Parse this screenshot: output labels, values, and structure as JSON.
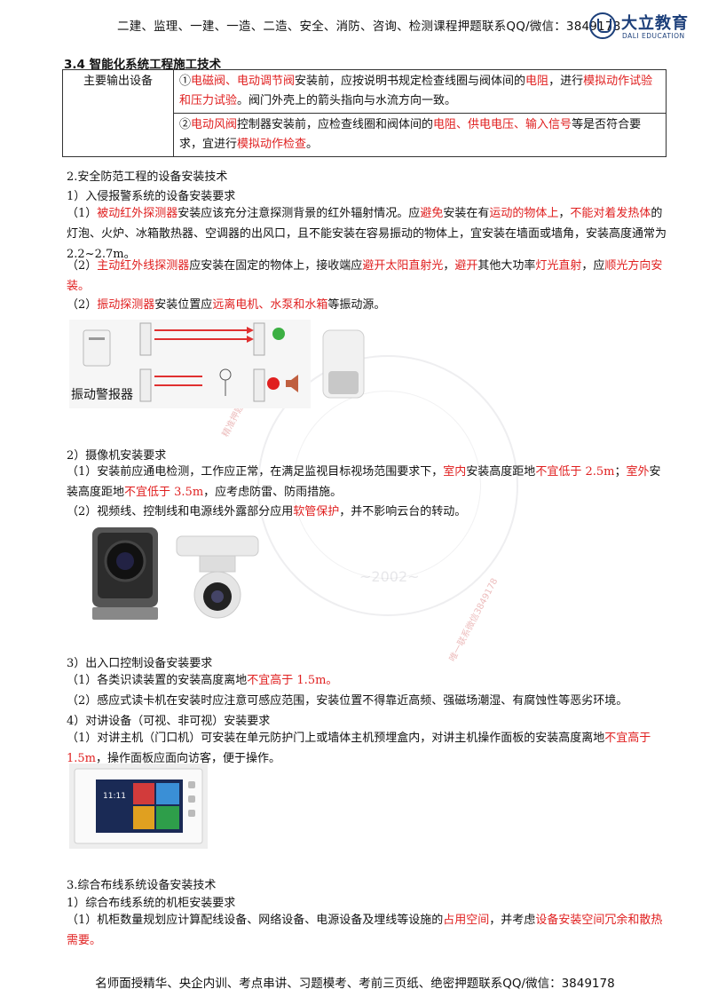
{
  "header": {
    "promo": "二建、监理、一建、一造、二造、安全、消防、咨询、检测课程押题联系QQ/微信：3849178",
    "logo_cn": "大立教育",
    "logo_en": "DALI EDUCATION"
  },
  "section_title": "3.4  智能化系统工程施工技术",
  "table": {
    "label": "主要输出设备",
    "row1": [
      {
        "t": "①",
        "r": false
      },
      {
        "t": "电磁阀、电动调节阀",
        "r": true
      },
      {
        "t": "安装前，应按说明书规定检查线圈与阀体间的",
        "r": false
      },
      {
        "t": "电阻",
        "r": true
      },
      {
        "t": "，进行",
        "r": false
      },
      {
        "t": "模拟动作试验和压力试验",
        "r": true
      },
      {
        "t": "。阀门外壳上的箭头指向与水流方向一致。",
        "r": false
      }
    ],
    "row2": [
      {
        "t": "②",
        "r": false
      },
      {
        "t": "电动风阀",
        "r": true
      },
      {
        "t": "控制器安装前，应检查线圈和阀体间的",
        "r": false
      },
      {
        "t": "电阻、供电电压、输入信号",
        "r": true
      },
      {
        "t": "等是否符合要求，宜进行",
        "r": false
      },
      {
        "t": "模拟动作检查",
        "r": true
      },
      {
        "t": "。",
        "r": false
      }
    ]
  },
  "sec2": {
    "title": "2.安全防范工程的设备安装技术",
    "sub1": "1）入侵报警系统的设备安装要求",
    "p1": [
      {
        "t": "（1）",
        "r": false
      },
      {
        "t": "被动红外探测器",
        "r": true
      },
      {
        "t": "安装应该充分注意探测背景的红外辐射情况。应",
        "r": false
      },
      {
        "t": "避免",
        "r": true
      },
      {
        "t": "安装在有",
        "r": false
      },
      {
        "t": "运动的物体上",
        "r": true
      },
      {
        "t": "，",
        "r": false
      },
      {
        "t": "不能对着发热体",
        "r": true
      },
      {
        "t": "的灯泡、火炉、冰箱散热器、空调器的出风口，且不能安装在容易振动的物体上，宜安装在墙面或墙角，安装高度通常为 2.2~2.7m。",
        "r": false
      }
    ],
    "p2": [
      {
        "t": "（2）",
        "r": false
      },
      {
        "t": "主动红外线探测器",
        "r": true
      },
      {
        "t": "应安装在固定的物体上，接收端应",
        "r": false
      },
      {
        "t": "避开太阳直射光",
        "r": true
      },
      {
        "t": "，",
        "r": false
      },
      {
        "t": "避开",
        "r": true
      },
      {
        "t": "其他大功率",
        "r": false
      },
      {
        "t": "灯光直射",
        "r": true
      },
      {
        "t": "，应",
        "r": false
      },
      {
        "t": "顺光方向安装。",
        "r": true
      }
    ],
    "p3": [
      {
        "t": "（2）",
        "r": false
      },
      {
        "t": "振动探测器",
        "r": true
      },
      {
        "t": "安装位置应",
        "r": false
      },
      {
        "t": "远离电机、水泵和水箱",
        "r": true
      },
      {
        "t": "等振动源。",
        "r": false
      }
    ],
    "img_label_vibration": "振动警报器",
    "sub2": "2）摄像机安装要求",
    "p4": [
      {
        "t": "（1）安装前应通电检测，工作应正常，在满足监视目标视场范围要求下，",
        "r": false
      },
      {
        "t": "室内",
        "r": true
      },
      {
        "t": "安装高度距地",
        "r": false
      },
      {
        "t": "不宜低于 2.5m",
        "r": true
      },
      {
        "t": "；",
        "r": false
      },
      {
        "t": "室外",
        "r": true
      },
      {
        "t": "安装高度距地",
        "r": false
      },
      {
        "t": "不宜低于 3.5m",
        "r": true
      },
      {
        "t": "，应考虑防雷、防雨措施。",
        "r": false
      }
    ],
    "p5": [
      {
        "t": "（2）视频线、控制线和电源线外露部分应用",
        "r": false
      },
      {
        "t": "软管保护",
        "r": true
      },
      {
        "t": "，并不影响云台的转动。",
        "r": false
      }
    ],
    "sub3": "3）出入口控制设备安装要求",
    "p6": [
      {
        "t": "（1）各类识读装置的安装高度离地",
        "r": false
      },
      {
        "t": "不宜高于 1.5m。",
        "r": true
      }
    ],
    "p7": "（2）感应式读卡机在安装时应注意可感应范围，安装位置不得靠近高频、强磁场潮湿、有腐蚀性等恶劣环境。",
    "sub4": "4）对讲设备（可视、非可视）安装要求",
    "p8": [
      {
        "t": "（1）对讲主机（门口机）可安装在单元防护门上或墙体主机预埋盒内，对讲主机操作面板的安装高度离地",
        "r": false
      },
      {
        "t": "不宜高于 1.5m",
        "r": true
      },
      {
        "t": "，操作面板应面向访客，便于操作。",
        "r": false
      }
    ],
    "intercom_time": "11:11"
  },
  "sec3": {
    "title": "3.综合布线系统设备安装技术",
    "sub1": "1）综合布线系统的机柜安装要求",
    "p1": [
      {
        "t": "（1）机柜数量规划应计算配线设备、网络设备、电源设备及埋线等设施的",
        "r": false
      },
      {
        "t": "占用空间",
        "r": true
      },
      {
        "t": "，并考虑",
        "r": false
      },
      {
        "t": "设备安装空间冗余和散热需要。",
        "r": true
      }
    ]
  },
  "watermarks": {
    "wm1": "精准押题联系QQ3849178",
    "wm2": "唯一联系微信3849178",
    "year": "~2002~"
  },
  "footer": "名师面授精华、央企内训、考点串讲、习题模考、考前三页纸、绝密押题联系QQ/微信：3849178"
}
